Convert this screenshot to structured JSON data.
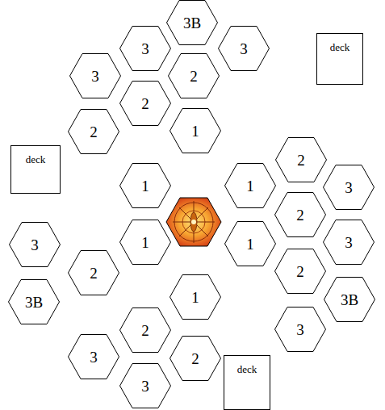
{
  "diagram": {
    "nodes": [
      {
        "text": [
          "3B"
        ]
      },
      {
        "text": [
          "3"
        ]
      },
      {
        "text": [
          "3"
        ]
      },
      {
        "text": [
          "deck"
        ]
      },
      {
        "text": [
          "3"
        ]
      },
      {
        "text": [
          "2"
        ]
      },
      {
        "text": [
          "2"
        ]
      },
      {
        "text": [
          "2"
        ]
      },
      {
        "text": [
          "1"
        ]
      },
      {
        "text": [
          "2"
        ]
      },
      {
        "text": [
          "deck"
        ]
      },
      {
        "text": [
          "1"
        ]
      },
      {
        "text": [
          "1"
        ]
      },
      {
        "text": [
          "3"
        ]
      },
      {
        "text": [
          "2"
        ]
      },
      {
        "text": [
          "3"
        ]
      },
      {
        "text": [
          "1"
        ]
      },
      {
        "text": [
          "1"
        ]
      },
      {
        "text": [
          "3"
        ]
      },
      {
        "text": [
          "2"
        ]
      },
      {
        "text": [
          "2"
        ]
      },
      {
        "text": [
          "1"
        ]
      },
      {
        "text": [
          "3B"
        ]
      },
      {
        "text": [
          "3B"
        ]
      },
      {
        "text": [
          "2"
        ]
      },
      {
        "text": [
          "3"
        ]
      },
      {
        "text": [
          "3"
        ]
      },
      {
        "text": [
          "2"
        ]
      },
      {
        "text": [
          "deck"
        ]
      },
      {
        "text": [
          "3"
        ]
      }
    ]
  }
}
